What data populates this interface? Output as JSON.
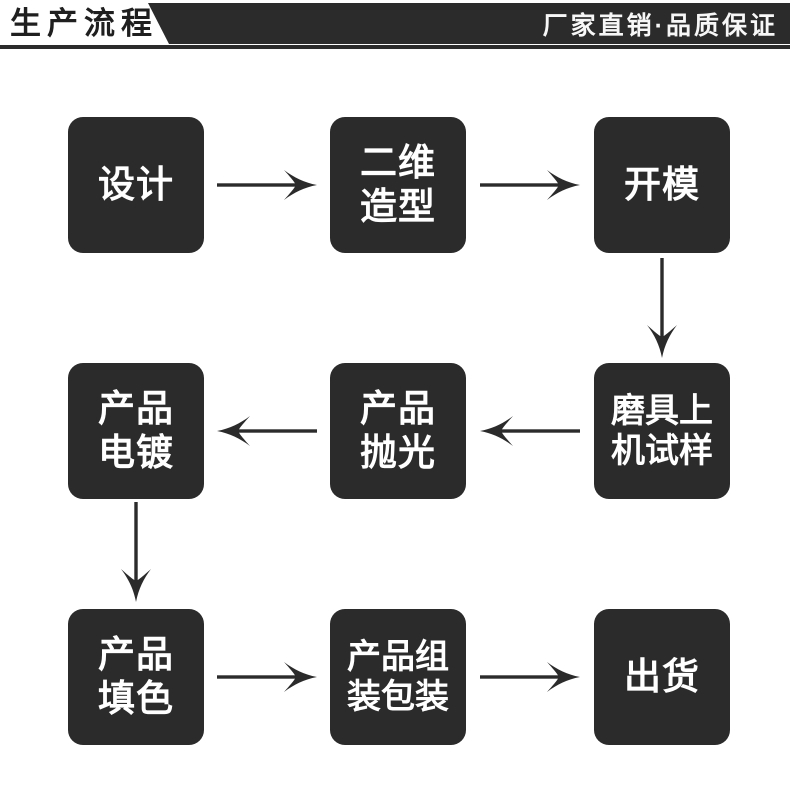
{
  "header": {
    "title": "生产流程",
    "tagline": "厂家直销·品质保证"
  },
  "colors": {
    "dark": "#2b2b2b",
    "text_light": "#ffffff",
    "page_bg": "#ffffff"
  },
  "flow": {
    "steps": [
      {
        "name": "design",
        "label": "设计",
        "lines": [
          "设计"
        ]
      },
      {
        "name": "2d-modeling",
        "label": "二维造型",
        "lines": [
          "二维",
          "造型"
        ]
      },
      {
        "name": "mold-making",
        "label": "开模",
        "lines": [
          "开模"
        ]
      },
      {
        "name": "mold-trial-sample",
        "label": "磨具上机试样",
        "lines": [
          "磨具上",
          "机试样"
        ]
      },
      {
        "name": "product-polishing",
        "label": "产品抛光",
        "lines": [
          "产品",
          "抛光"
        ]
      },
      {
        "name": "product-plating",
        "label": "产品电镀",
        "lines": [
          "产品",
          "电镀"
        ]
      },
      {
        "name": "product-coloring",
        "label": "产品填色",
        "lines": [
          "产品",
          "填色"
        ]
      },
      {
        "name": "assembly-packaging",
        "label": "产品组装包装",
        "lines": [
          "产品组",
          "装包装"
        ]
      },
      {
        "name": "shipping",
        "label": "出货",
        "lines": [
          "出货"
        ]
      }
    ],
    "connections": [
      "设计 → 二维造型",
      "二维造型 → 开模",
      "开模 → 磨具上机试样",
      "磨具上机试样 → 产品抛光",
      "产品抛光 → 产品电镀",
      "产品电镀 → 产品填色",
      "产品填色 → 产品组装包装",
      "产品组装包装 → 出货"
    ]
  }
}
